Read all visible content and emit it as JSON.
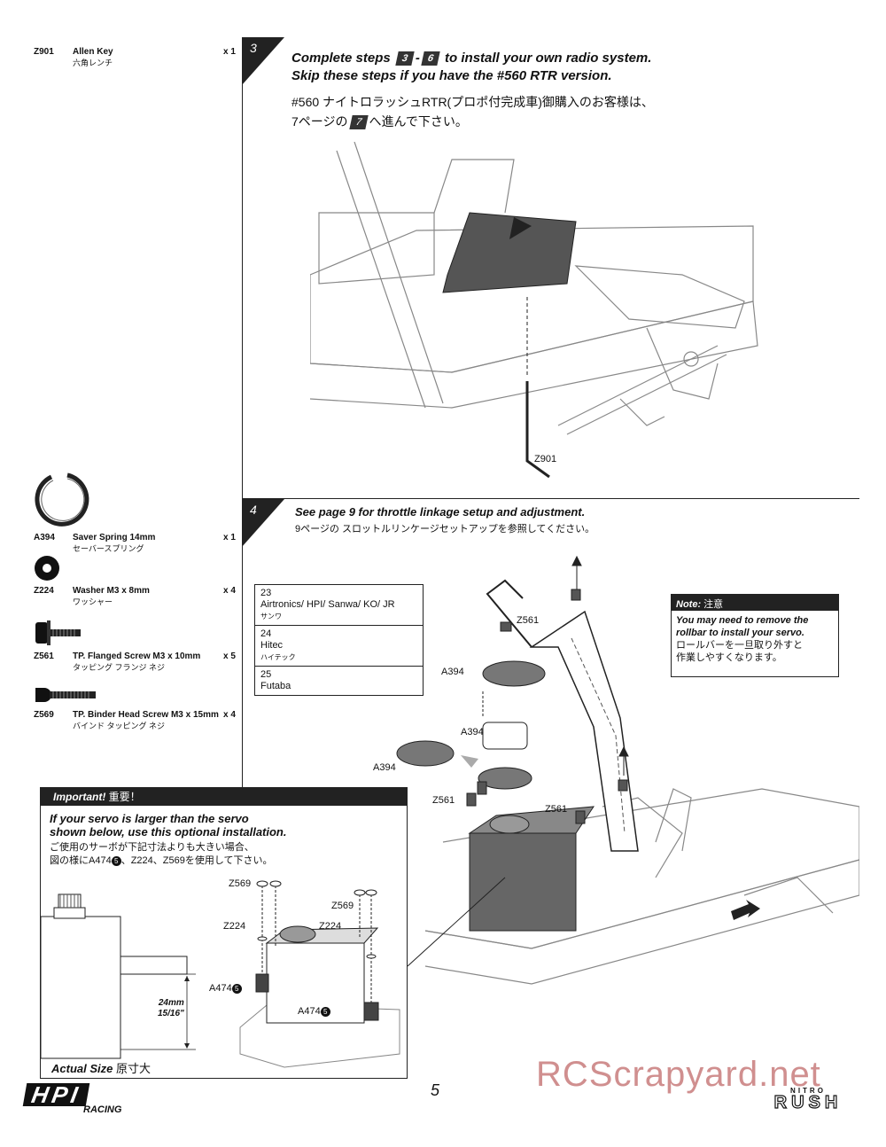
{
  "parts": [
    {
      "code": "Z901",
      "name": "Allen Key",
      "name_jp": "六角レンチ",
      "qty": "x 1"
    },
    {
      "code": "A394",
      "name": "Saver Spring 14mm",
      "name_jp": "セーバースプリング",
      "qty": "x 1"
    },
    {
      "code": "Z224",
      "name": "Washer M3 x 8mm",
      "name_jp": "ワッシャー",
      "qty": "x 4"
    },
    {
      "code": "Z561",
      "name": "TP. Flanged Screw M3 x 10mm",
      "name_jp": "タッピング フランジ ネジ",
      "qty": "x 5"
    },
    {
      "code": "Z569",
      "name": "TP. Binder Head Screw M3 x 15mm",
      "name_jp": "バインド タッピング ネジ",
      "qty": "x 4"
    }
  ],
  "step3": {
    "number": "3",
    "title_a": "Complete steps",
    "badge_from": "3",
    "dash": "-",
    "badge_to": "6",
    "title_b": "to install your own radio system.",
    "title_line2": "Skip these steps if you have the #560 RTR version.",
    "jp_line1": "#560 ナイトロラッシュRTR(プロポ付完成車)御購入のお客様は、",
    "jp_line2a": "7ページの",
    "jp_badge": "7",
    "jp_line2b": "へ進んで下さい。",
    "label_allen": "Z901"
  },
  "step4": {
    "number": "4",
    "title": "See page 9 for throttle linkage setup and adjustment.",
    "jp": "9ページの スロットルリンケージセットアップを参照してください。",
    "servo_table": [
      {
        "num": "23",
        "brands": "Airtronics/ HPI/ Sanwa/ KO/ JR",
        "jp": "サンワ"
      },
      {
        "num": "24",
        "brands": "Hitec",
        "jp": "ハイテック"
      },
      {
        "num": "25",
        "brands": "Futaba",
        "jp": ""
      }
    ],
    "labels": {
      "z561_top": "Z561",
      "a394_top": "A394",
      "a394_mid": "A394",
      "a394_left": "A394",
      "z561_left": "Z561",
      "z561_right": "Z561"
    },
    "note": {
      "head_en": "Note:",
      "head_jp": "注意",
      "en": "You may need to remove the rollbar to install your servo.",
      "jp1": "ロールバーを一旦取り外すと",
      "jp2": "作業しやすくなります。"
    }
  },
  "important": {
    "head_en": "Important!",
    "head_jp": "重要！",
    "en_line1": "If your servo is larger than the servo",
    "en_line2": "shown below, use this optional installation.",
    "jp_line1": "ご使用のサーボが下記寸法よりも大きい場合、",
    "jp_line2a": "図の様にA474",
    "jp_circ": "5",
    "jp_line2b": "、Z224、Z569を使用して下さい。",
    "labels": {
      "z569_a": "Z569",
      "z569_b": "Z569",
      "z224_a": "Z224",
      "z224_b": "Z224",
      "a474_a": "A474",
      "a474_b": "A474",
      "circ": "5"
    },
    "dim_mm": "24mm",
    "dim_in": "15/16\"",
    "actual_size": "Actual Size",
    "actual_size_jp": "原寸大"
  },
  "footer": {
    "page_number": "5",
    "brand": "HPI",
    "brand_sub": "RACING",
    "model_small": "NITRO",
    "model": "RUSH",
    "watermark": "RCScrapyard.net"
  }
}
